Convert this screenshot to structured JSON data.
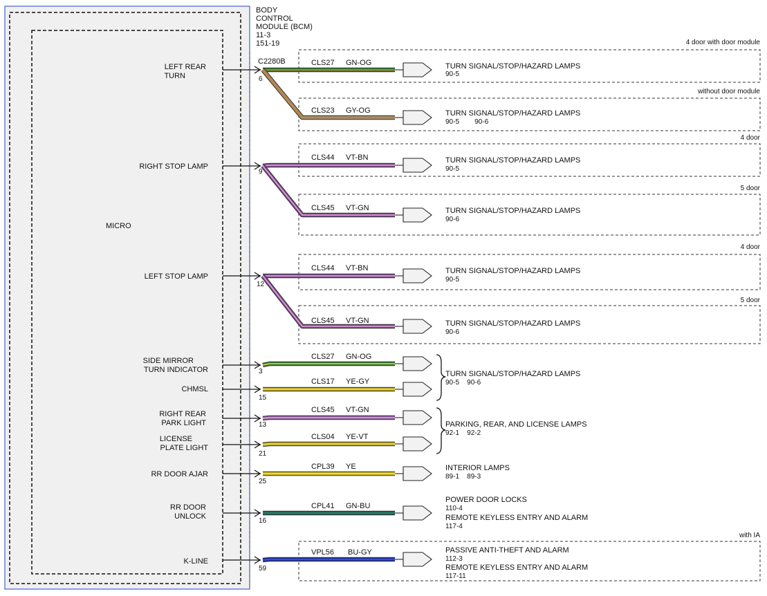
{
  "module": {
    "title_lines": [
      "BODY",
      "CONTROL",
      "MODULE (BCM)",
      "11-3",
      "151-19"
    ],
    "micro_label": "MICRO",
    "connector": "C2280B"
  },
  "inputs": [
    {
      "lines": [
        "LEFT REAR",
        "TURN"
      ],
      "pin": "6"
    },
    {
      "lines": [
        "RIGHT STOP LAMP"
      ],
      "pin": "9"
    },
    {
      "lines": [
        "LEFT STOP LAMP"
      ],
      "pin": "12"
    },
    {
      "lines": [
        "SIDE MIRROR",
        "TURN INDICATOR"
      ],
      "pin": "3"
    },
    {
      "lines": [
        "CHMSL"
      ],
      "pin": "15"
    },
    {
      "lines": [
        "RIGHT REAR",
        "PARK LIGHT"
      ],
      "pin": "13"
    },
    {
      "lines": [
        "LICENSE",
        "PLATE LIGHT"
      ],
      "pin": "21"
    },
    {
      "lines": [
        "RR DOOR AJAR"
      ],
      "pin": "25"
    },
    {
      "lines": [
        "RR DOOR",
        "UNLOCK"
      ],
      "pin": "16"
    },
    {
      "lines": [
        "K-LINE"
      ],
      "pin": "59"
    }
  ],
  "circuits": [
    {
      "circuit": "CLS27",
      "color": "GN-OG",
      "base": "#2e7d32",
      "stripe": "#d9822b"
    },
    {
      "circuit": "CLS23",
      "color": "GY-OG",
      "base": "#9a8c6c",
      "stripe": "#d9822b"
    },
    {
      "circuit": "CLS44",
      "color": "VT-BN",
      "base": "#7a4a8c",
      "stripe": "#e9a3dd"
    },
    {
      "circuit": "CLS45",
      "color": "VT-GN",
      "base": "#7a4a8c",
      "stripe": "#e9a3dd"
    },
    {
      "circuit": "CLS44",
      "color": "VT-BN",
      "base": "#7a4a8c",
      "stripe": "#e9a3dd"
    },
    {
      "circuit": "CLS45",
      "color": "VT-GN",
      "base": "#7a4a8c",
      "stripe": "#e9a3dd"
    },
    {
      "circuit": "CLS27",
      "color": "GN-OG",
      "base": "#2e7d32",
      "stripe": "#e8d34a"
    },
    {
      "circuit": "CLS17",
      "color": "YE-GY",
      "base": "#b59f1c",
      "stripe": "#f2e35a"
    },
    {
      "circuit": "CLS45",
      "color": "VT-GN",
      "base": "#8c5a9c",
      "stripe": "#e9a3dd"
    },
    {
      "circuit": "CLS04",
      "color": "YE-VT",
      "base": "#b59f1c",
      "stripe": "#f2e35a"
    },
    {
      "circuit": "CPL39",
      "color": "YE",
      "base": "#c8b41c",
      "stripe": "#f2e35a"
    },
    {
      "circuit": "CPL41",
      "color": "GN-BU",
      "base": "#1f5e4f",
      "stripe": "#2f8a6e"
    },
    {
      "circuit": "VPL56",
      "color": "BU-GY",
      "base": "#1c2fa3",
      "stripe": "#3f5ae0"
    }
  ],
  "destinations": [
    {
      "lines": [
        "TURN SIGNAL/STOP/HAZARD LAMPS",
        "90-5"
      ]
    },
    {
      "lines": [
        "TURN SIGNAL/STOP/HAZARD LAMPS",
        "90-5        90-6"
      ]
    },
    {
      "lines": [
        "TURN SIGNAL/STOP/HAZARD LAMPS",
        "90-5"
      ]
    },
    {
      "lines": [
        "TURN SIGNAL/STOP/HAZARD LAMPS",
        "90-6"
      ]
    },
    {
      "lines": [
        "TURN SIGNAL/STOP/HAZARD LAMPS",
        "90-5"
      ]
    },
    {
      "lines": [
        "TURN SIGNAL/STOP/HAZARD LAMPS",
        "90-6"
      ]
    },
    {
      "lines": [
        "TURN SIGNAL/STOP/HAZARD LAMPS",
        "90-5    90-6"
      ]
    },
    {
      "lines": [
        "PARKING, REAR, AND LICENSE LAMPS",
        "92-1    92-2"
      ]
    },
    {
      "lines": [
        "INTERIOR LAMPS",
        "89-1    89-3"
      ]
    },
    {
      "lines": [
        "POWER DOOR LOCKS",
        "110-4",
        "REMOTE KEYLESS ENTRY AND ALARM",
        "117-4"
      ]
    },
    {
      "lines": [
        "PASSIVE ANTI-THEFT AND ALARM",
        "112-3",
        "REMOTE KEYLESS ENTRY AND ALARM",
        "117-11"
      ]
    }
  ],
  "options": [
    "4 door with door module",
    "without door module",
    "4 door",
    "5 door",
    "4 door",
    "5 door",
    "with IA"
  ]
}
